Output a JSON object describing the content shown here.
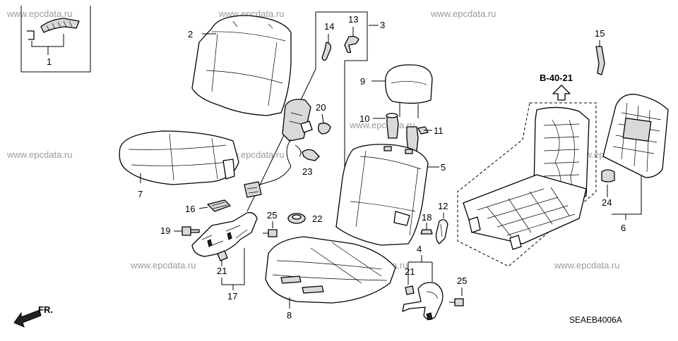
{
  "diagram_code": "SEAEB4006A",
  "reference": "B-40-21",
  "front_marker": "FR.",
  "watermark": "www.epcdata.ru",
  "callouts": {
    "c1": "1",
    "c2": "2",
    "c3": "3",
    "c4": "4",
    "c5": "5",
    "c6": "6",
    "c7": "7",
    "c8": "8",
    "c9": "9",
    "c10": "10",
    "c11": "11",
    "c12": "12",
    "c13": "13",
    "c14": "14",
    "c15": "15",
    "c16": "16",
    "c17": "17",
    "c18": "18",
    "c19": "19",
    "c20": "20",
    "c21a": "21",
    "c21b": "21",
    "c22": "22",
    "c23": "23",
    "c24": "24",
    "c25a": "25",
    "c25b": "25"
  }
}
